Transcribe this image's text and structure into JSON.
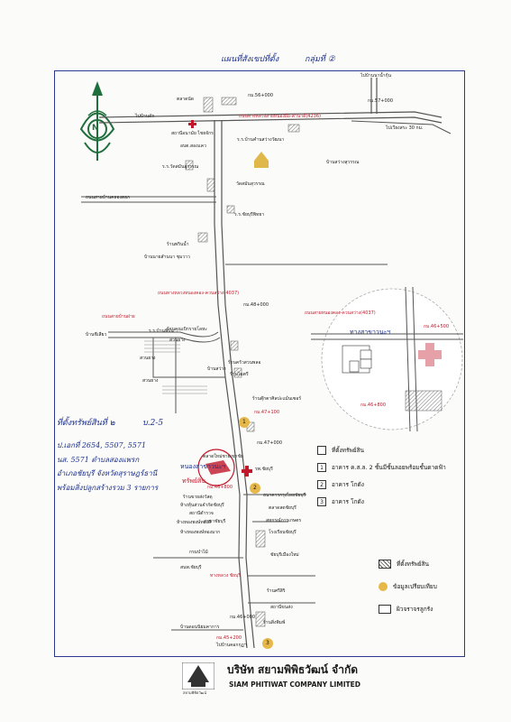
{
  "header": {
    "title": "แผนที่สังเขปที่ตั้ง",
    "group": "กลุ่มที่ ②"
  },
  "compass": {
    "label": "N"
  },
  "labels": {
    "to_ban_nam_ku": "ไปบ้านนาน้ำกุ้น",
    "km_57": "กม.57+000",
    "km_56": "กม.56+000",
    "to_ban_dek": "ไปบ้านดัก",
    "talat_nat": "ตลาดนัด",
    "hwy_4236": "ถนนทางหลวงสายหนองผือ-คำนาดี(4236)",
    "clinic": "สถานีอนามัย ไชยจักร",
    "to_nong_saeng": "ไปเวียงสระ 30 กม.",
    "obt": "อบต.สองแคว",
    "school_khamsawang": "ร.ร.บ้านคำนสว่างวัฒนา",
    "ban_sawang": "บ้านสว่างสุวรรณ",
    "school_wat": "ร.ร.วัดสมันสุวรรณ",
    "wat": "วัดสมันสุวรรณ",
    "road_ban_khlong": "ถนนสายบ้านคลองตอก",
    "school_rat": "ร.ร.ชัยบุรีพิทยา",
    "shop_prin": "ร้านพรินน้ำ",
    "ban_nai_samnak": "บ้านนายสำนนา ชุมวาว",
    "hwy_4037": "ถนนทางหลวงหนองคอง-ควนสว่าง(4037)",
    "km_48": "กม.48+000",
    "shop_furniture": "ร้านคุณเบิกรายโลหะ",
    "road_ban_fai": "ถนนสายบ้านฝาย",
    "school_ban": "ร.ร.บ้านพิบัน",
    "ban_cheesaen": "บ้านชีเสียว",
    "rubber1": "สวนยาง",
    "rubber2": "สวนยาง",
    "shop_kruarak": "ร้านครัวสวนพลอ",
    "shop_mot": "ร้านไมตรี",
    "rubber3": "สวนยาง",
    "to_ban_lang": "บ้านสว่าง",
    "shop_tukta": "ร้านตุ๊กตาศิลปะแม้นเซอร์",
    "km_47_100": "กม.47+100",
    "km_47": "กม.47+000",
    "market_new": "ตลาดใหม่ชายเขาชัย",
    "branch_label": "หนองสาขาวนะฯ",
    "subject": "ทรัพย์สิน",
    "hospital": "รพ.ชัยบุรี",
    "km_46_800": "กม.46+800",
    "shop_wholesale": "ร้านขายส่งวัสดุ",
    "bank1": "ธนาคารกรุงไทยชัยบุรี",
    "bank2": "ห้างหุ้นส่วนจำกัดชัยบุรี",
    "market_chai": "ตลาดสดชัยบุรี",
    "police": "สถานีตำรวจ",
    "dept_store": "ห้างทองพงษ์ทองสี",
    "temple2": "สาขาชัยบุรี",
    "cooperative": "ห้างทองพงษ์ทองมาก",
    "court": "สหกรณ์การเกษตร",
    "school_chai": "โรงเรียนชัยบุรี",
    "gov_office": "กรมป่าไม้",
    "town_hall": "สนพ.ชัยบุรี",
    "chaiburi_new": "ชัยบุรีเมืองใหม่",
    "hwy_4038": "ทางหลวง ชัยบุรี",
    "shop_sri": "ร้านศรีสิริ",
    "bus_station": "สถานีขนส่ง",
    "km_46": "กม.46+000",
    "shop_chao": "ร้านสิ่งพิมพ์",
    "ban_dong": "บ้านดอนนิยมคาการ",
    "km_45_200": "กม.45+200",
    "to_ban_ta": "ไปบ้านคอกกุฏฯ",
    "inset_road": "ถนนสายหนองคอง-ควนสว่าง(4037)",
    "inset_km": "กม.46+500",
    "inset_branch": "ทางสาขาวนะฯ",
    "inset_km2": "กม.46+800",
    "marker1": "1",
    "marker2": "2",
    "marker3": "3"
  },
  "legend": {
    "title": "ที่ตั้งทรัพย์สิน",
    "items": [
      {
        "num": "1",
        "label": "อาคาร ค.ส.ล. 2 ชั้นมีชั้นลอยพร้อมชั้นดาดฟ้า"
      },
      {
        "num": "2",
        "label": "อาคาร โกดัง"
      },
      {
        "num": "3",
        "label": "อาคาร โกดัง"
      }
    ],
    "hatched": "ที่ตั้งทรัพย์สิน",
    "circle": "ข้อมูลเปรียบเทียบ",
    "empty": "ผิวจราจรลูกรัง"
  },
  "handwritten": {
    "line1": "ที่ตั้งทรัพย์สินที่ ๒",
    "line1b": "บ.2-5",
    "line2": "ป.เอกที่ 2654, 5507, 5571",
    "line3": "นส. 5571 ตำบลสองแพรก",
    "line4": "อำเภอชัยบุรี จังหวัดสุราษฎร์ธานี",
    "line5": "พร้อมสิ่งปลูกสร้างรวม 3 รายการ"
  },
  "company": {
    "thai": "บริษัท สยามพิพิธวัฒน์ จำกัด",
    "english": "SIAM PHITIWAT COMPANY LIMITED",
    "logo_text": "สยามพิพิธวัฒน์"
  },
  "colors": {
    "road": "#6b6b6b",
    "accent_red": "#c0182a",
    "ink_blue": "#1b2f8a",
    "marker_yellow": "#e6b84a",
    "map_frame": "#2b3a8f"
  }
}
